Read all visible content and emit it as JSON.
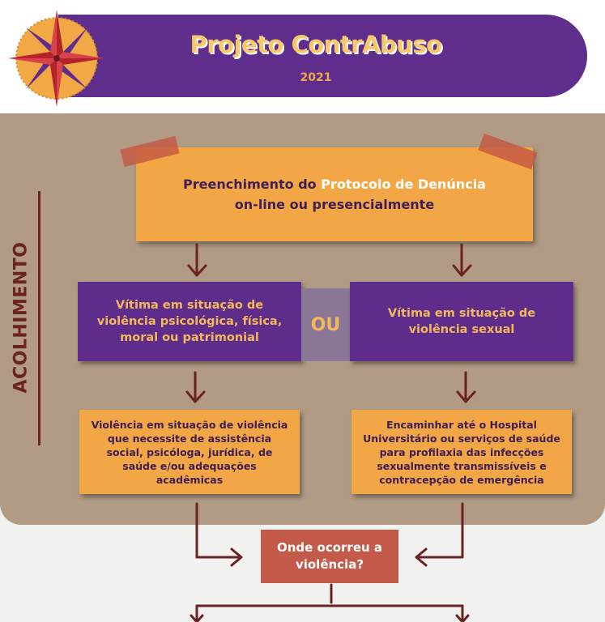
{
  "header": {
    "title": "Projeto ContrAbuso",
    "year": "2021"
  },
  "sidebar": {
    "label": "ACOLHIMENTO"
  },
  "flow": {
    "step1": {
      "text_before": "Preenchimento do ",
      "text_highlight": "Protocolo de Denúncia",
      "text_after": "on-line ou presencialmente"
    },
    "left_case": "Vítima em situação de violência psicológica, física, moral ou patrimonial",
    "separator": "OU",
    "right_case": "Vítima em situação de violência sexual",
    "left_action": "Violência em situação de violência que necessite de assistência social, psicóloga, jurídica, de saúde e/ou adequações acadêmicas",
    "right_action": "Encaminhar até o Hospital Universitário ou serviços de saúde para profilaxia das infecções sexualmente transmissíveis e contracepção de emergência",
    "question": "Onde ocorreu a violência?"
  },
  "colors": {
    "purple": "#5f2e8c",
    "orange": "#f3a645",
    "cardboard": "#b19b84",
    "arrow": "#6a2223",
    "question_box": "#c45a4a"
  }
}
